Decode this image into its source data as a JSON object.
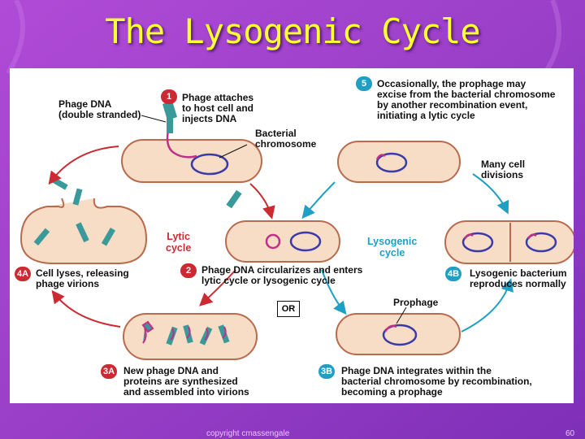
{
  "slide": {
    "title": "The Lysogenic Cycle",
    "footer_left": "copyright cmassengale",
    "page_number": "60"
  },
  "colors": {
    "lytic_accent": "#cc2a32",
    "lysogenic_accent": "#1f9fc4",
    "cell_fill": "#f7dcc6",
    "phage_color": "#3a9a9a",
    "chromosome_color": "#3b3ba8",
    "phage_dna_color": "#c03088",
    "title_color": "#ffff33"
  },
  "diagram": {
    "labels": {
      "phage_dna": "Phage DNA\n(double stranded)",
      "bacterial_chromosome": "Bacterial\nchromosome",
      "many_cell_divisions": "Many cell\ndivisions",
      "prophage": "Prophage",
      "or": "OR"
    },
    "cycles": {
      "lytic": "Lytic\ncycle",
      "lysogenic": "Lysogenic\ncycle"
    },
    "steps": [
      {
        "id": "1",
        "color": "red",
        "text": "Phage attaches\nto host cell and\ninjects DNA"
      },
      {
        "id": "2",
        "color": "red",
        "text": "Phage DNA circularizes and enters\nlytic cycle or lysogenic cycle"
      },
      {
        "id": "3A",
        "color": "red",
        "text": "New phage DNA and\nproteins are synthesized\nand assembled into virions"
      },
      {
        "id": "4A",
        "color": "red",
        "text": "Cell lyses, releasing\nphage virions"
      },
      {
        "id": "3B",
        "color": "blue",
        "text": "Phage DNA integrates within the\nbacterial chromosome by recombination,\nbecoming a prophage"
      },
      {
        "id": "4B",
        "color": "blue",
        "text": "Lysogenic bacterium\nreproduces normally"
      },
      {
        "id": "5",
        "color": "blue",
        "text": "Occasionally, the prophage may\nexcise from the bacterial chromosome\nby another recombination event,\ninitiating a lytic cycle"
      }
    ]
  }
}
